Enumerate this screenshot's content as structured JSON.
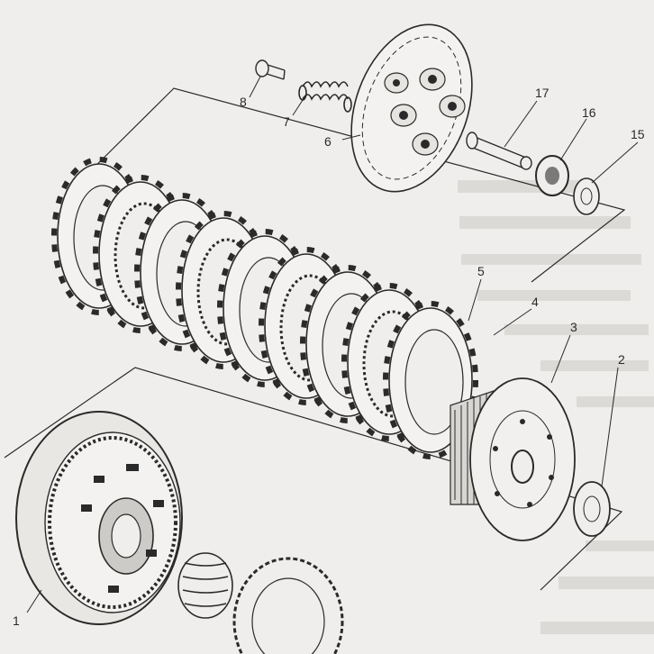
{
  "diagram": {
    "type": "exploded-parts-view",
    "colors": {
      "paper": "#efeeec",
      "ink": "#2a2a2a",
      "shade": "#7b7a78"
    },
    "callouts": [
      {
        "id": "part-1",
        "label": "1"
      },
      {
        "id": "part-2",
        "label": "2"
      },
      {
        "id": "part-3",
        "label": "3"
      },
      {
        "id": "part-4",
        "label": "4"
      },
      {
        "id": "part-5",
        "label": "5"
      },
      {
        "id": "part-6",
        "label": "6"
      },
      {
        "id": "part-7",
        "label": "7"
      },
      {
        "id": "part-8",
        "label": "8"
      },
      {
        "id": "part-15",
        "label": "15"
      },
      {
        "id": "part-16",
        "label": "16"
      },
      {
        "id": "part-17",
        "label": "17"
      }
    ]
  }
}
